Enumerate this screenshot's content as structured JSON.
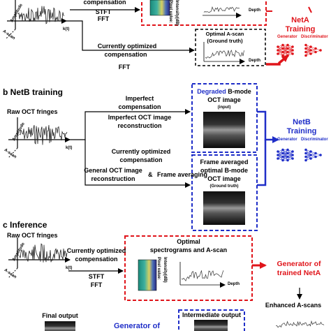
{
  "colors": {
    "red": "#e0141a",
    "blue": "#1f2ec8",
    "black": "#000000"
  },
  "panel_a": {
    "compensation": "compensation",
    "stft": "STFT",
    "fft": "FFT",
    "currently_optimized": "Currently optimized",
    "compensation2": "compensation",
    "fft2": "FFT",
    "optimal_ascan": "Optimal A-scan",
    "ground_truth": "(Ground truth)",
    "depth": "Depth",
    "pixel_value": "Pixel value:",
    "intensity": "Intensity(dB)",
    "kt": "k(t)",
    "amplitude": "Amplitude",
    "ascan": "A-scan",
    "neta": "NetA",
    "training": "Training",
    "generator": "Generator",
    "discriminator": "Discriminator"
  },
  "panel_b": {
    "title": "b NetB training",
    "raw_fringes": "Raw OCT fringes",
    "imperfect": "Imperfect",
    "compensation": "compensation",
    "imperfect_recon": "Imperfect OCT image",
    "reconstruction": "reconstruction",
    "degraded": "Degraded",
    "bmode": "B-mode",
    "oct_image": "OCT image",
    "input": "(input)",
    "currently_optimized": "Currently optimized",
    "compensation2": "compensation",
    "general_recon": "General OCT image",
    "reconstruction2": "reconstruction",
    "amp": "&",
    "frame_avg": "Frame averaging",
    "frame_averaged": "Frame averaged",
    "optimal_bmode": "optimal B-mode",
    "oct_image2": "OCT image",
    "ground_truth": "(Ground truth)",
    "netb": "NetB",
    "training": "Training",
    "generator": "Generator",
    "discriminator": "Discriminator",
    "kt": "k(t)",
    "amplitude": "Amplitude",
    "ascan": "A-scan"
  },
  "panel_c": {
    "title": "c Inference",
    "raw_fringes": "Raw OCT fringes",
    "currently_optimized": "Currently optimized",
    "compensation": "compensation",
    "stft": "STFT",
    "fft": "FFT",
    "optimal": "Optimal",
    "spectrograms": "spectrograms  and  A-scan",
    "pixel_value": "Pixel value:",
    "intensity": "Intensity(dB)",
    "depth": "Depth",
    "kt": "k(t)",
    "amplitude": "Amplitude",
    "ascan": "A-scan",
    "generator_of": "Generator of",
    "trained_neta": "trained NetA",
    "enhanced": "Enhanced A-scans",
    "final_output": "Final output",
    "intermediate": "Intermediate output",
    "generator_of2": "Generator of"
  }
}
